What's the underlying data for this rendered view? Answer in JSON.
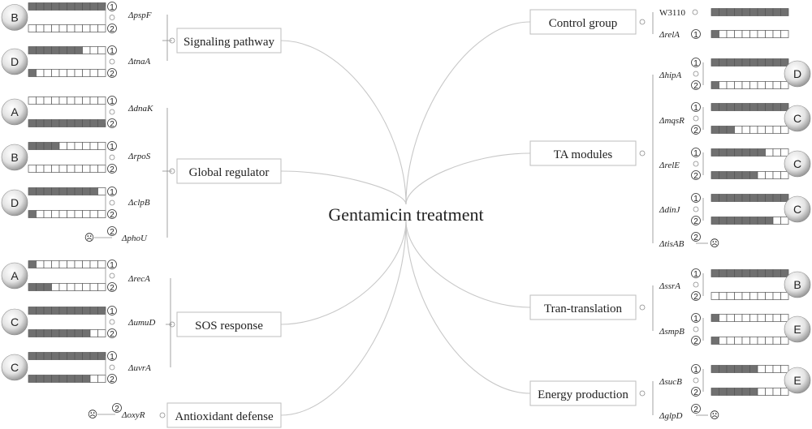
{
  "center": {
    "title": "Gentamicin treatment"
  },
  "categories": {
    "signaling": "Signaling pathway",
    "global": "Global regulator",
    "sos": "SOS response",
    "antioxidant": "Antioxidant defense",
    "control": "Control group",
    "ta": "TA modules",
    "trans": "Tran-translation",
    "energy": "Energy production"
  },
  "genes": {
    "pspF": "ΔpspF",
    "tnaA": "ΔtnaA",
    "dnaK": "ΔdnaK",
    "rpoS": "ΔrpoS",
    "clpB": "ΔclpB",
    "phoU": "ΔphoU",
    "recA": "ΔrecA",
    "umuD": "ΔumuD",
    "uvrA": "ΔuvrA",
    "oxyR": "ΔoxyR",
    "w3110": "W3110",
    "relA": "ΔrelA",
    "hipA": "ΔhipA",
    "mqsR": "ΔmqsR",
    "relE": "ΔrelE",
    "dinJ": "ΔdinJ",
    "tisAB": "ΔtisAB",
    "ssrA": "ΔssrA",
    "smpB": "ΔsmpB",
    "sucB": "ΔsucB",
    "glpD": "ΔglpD"
  },
  "markers": {
    "one": "①",
    "two": "②",
    "sad": "☹"
  },
  "badges": {
    "pspF": "B",
    "tnaA": "D",
    "dnaK": "A",
    "rpoS": "B",
    "clpB": "D",
    "recA": "A",
    "umuD": "C",
    "uvrA": "C",
    "hipA": "D",
    "mqsR": "C",
    "relE": "C",
    "dinJ": "C",
    "ssrA": "B",
    "smpB": "E",
    "sucB": "E"
  },
  "tracks": {
    "pspF": {
      "one": 10,
      "two": 0
    },
    "tnaA": {
      "one": 7,
      "two": 1
    },
    "dnaK": {
      "one": 0,
      "two": 10
    },
    "rpoS": {
      "one": 4,
      "two": 0
    },
    "clpB": {
      "one": 9,
      "two": 1
    },
    "recA": {
      "one": 1,
      "two": 3
    },
    "umuD": {
      "one": 10,
      "two": 8
    },
    "uvrA": {
      "one": 10,
      "two": 8
    },
    "w3110": {
      "one": 10
    },
    "relA": {
      "one": 1
    },
    "hipA": {
      "one": 10,
      "two": 1
    },
    "mqsR": {
      "one": 10,
      "two": 3
    },
    "relE": {
      "one": 7,
      "two": 6
    },
    "dinJ": {
      "one": 10,
      "two": 8
    },
    "ssrA": {
      "one": 10,
      "two": 0
    },
    "smpB": {
      "one": 1,
      "two": 1
    },
    "sucB": {
      "one": 6,
      "two": 6
    }
  },
  "colors": {
    "fill": "#707070",
    "line": "#8c8c8c",
    "curve": "#c8c8c8",
    "box": "#bdbdbd"
  }
}
